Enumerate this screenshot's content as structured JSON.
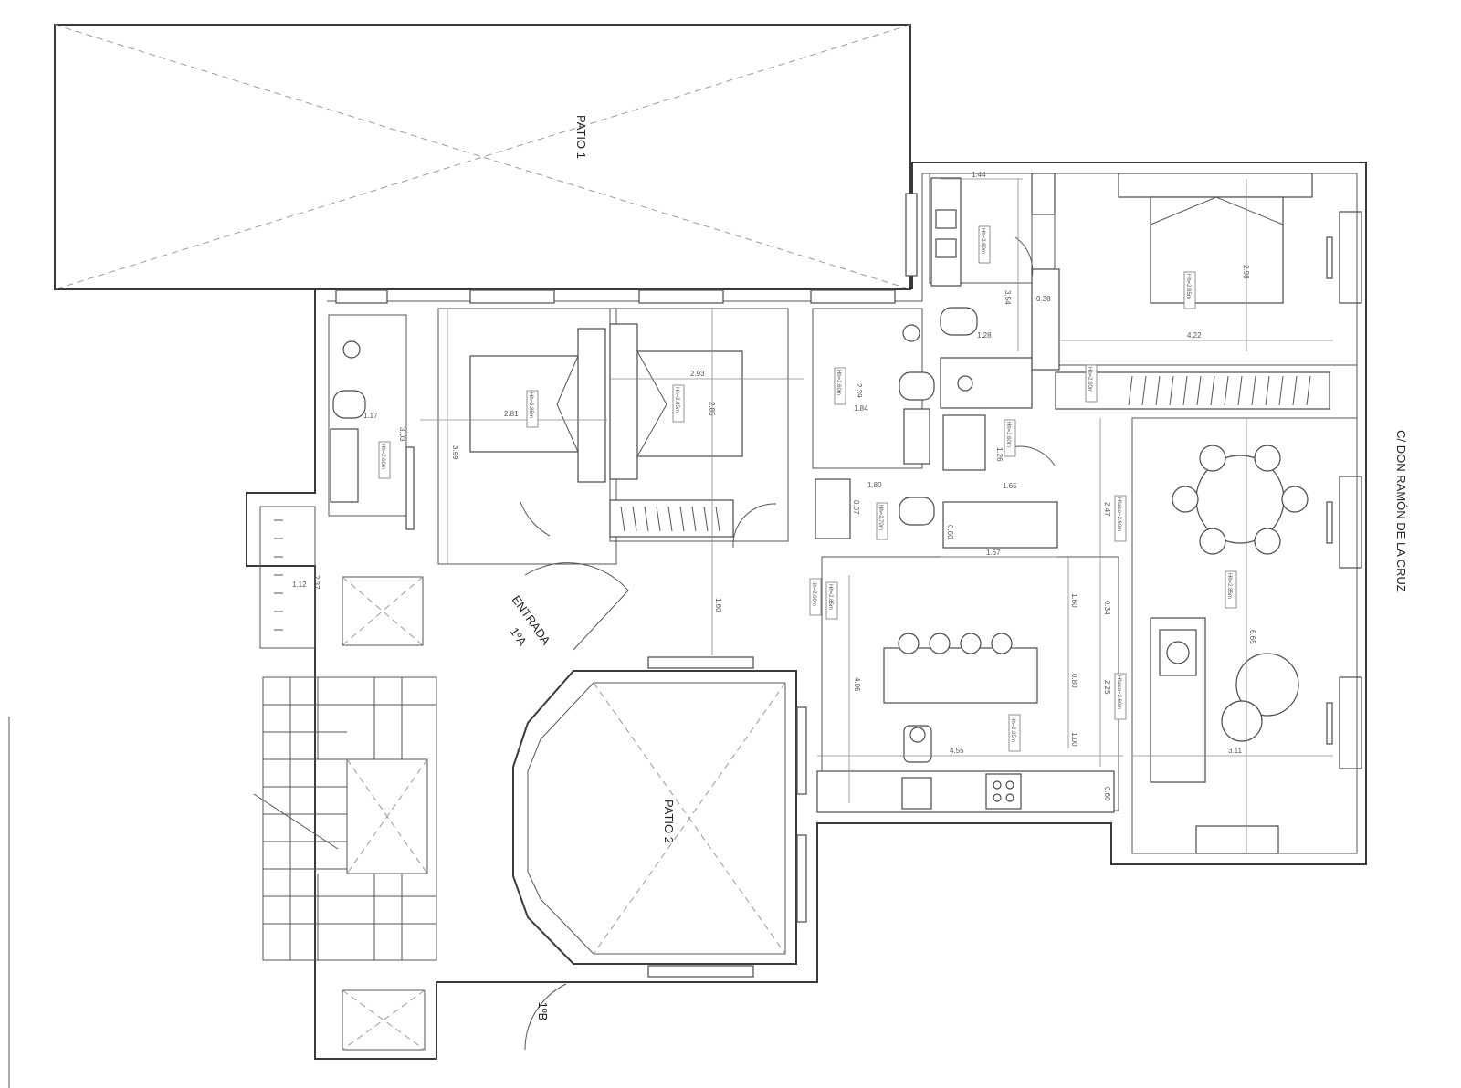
{
  "labels": {
    "patio1": "PATIO 1",
    "patio2": "PATIO 2",
    "street": "C/ DON RAMÓN DE LA CRUZ",
    "entrada": "ENTRADA",
    "door_a": "1ºA",
    "door_b": "1ºB"
  },
  "dimensions": {
    "d1_44": "1.44",
    "d3_54": "3.54",
    "d0_38": "0.38",
    "d1_28": "1.28",
    "d4_22": "4.22",
    "d2_98": "2.98",
    "d2_93": "2.93",
    "d2_81": "2.81",
    "d2_85": "2.85",
    "d2_39": "2.39",
    "d1_84": "1.84",
    "d1_17": "1.17",
    "d3_03": "3.03",
    "d3_99": "3.99",
    "d2_37": "2.37",
    "d1_12": "1.12",
    "d1_80": "1.80",
    "d0_87": "0.87",
    "d0_60a": "0.60",
    "d1_26": "1.26",
    "d1_65": "1.65",
    "d1_67": "1.67",
    "d2_47": "2.47",
    "d1_60a": "1.60",
    "d1_60b": "1.60",
    "d0_34": "0.34",
    "d0_80": "0.80",
    "d2_25": "2.25",
    "d1_00": "1.00",
    "d4_06": "4.06",
    "d4_55": "4.55",
    "d3_11": "3.11",
    "d6_65": "6.65",
    "d0_60b": "0.60"
  },
  "height_tags": {
    "h_master": "Hh=2.85m",
    "h_bath_top": "Hh=2.60m",
    "h_dress": "Hh=2.60m",
    "h_bed2": "Hh=2.85m",
    "h_bed3": "Hh=2.85m",
    "h_bath2": "Hh=2.60m",
    "h_bath_left": "Hh=2.60m",
    "h_wc": "Hh=2.70m",
    "h_corr1": "Hh=2.85m",
    "h_corr2": "Hh=2.60m",
    "h_kitchen": "Hh=2.85m",
    "h_living": "Hh=2.85m",
    "h_laundry": "Hh=2.60m",
    "h_hall1": "Hfalso=2.60m",
    "h_hall2": "Hfalso=2.60m"
  }
}
